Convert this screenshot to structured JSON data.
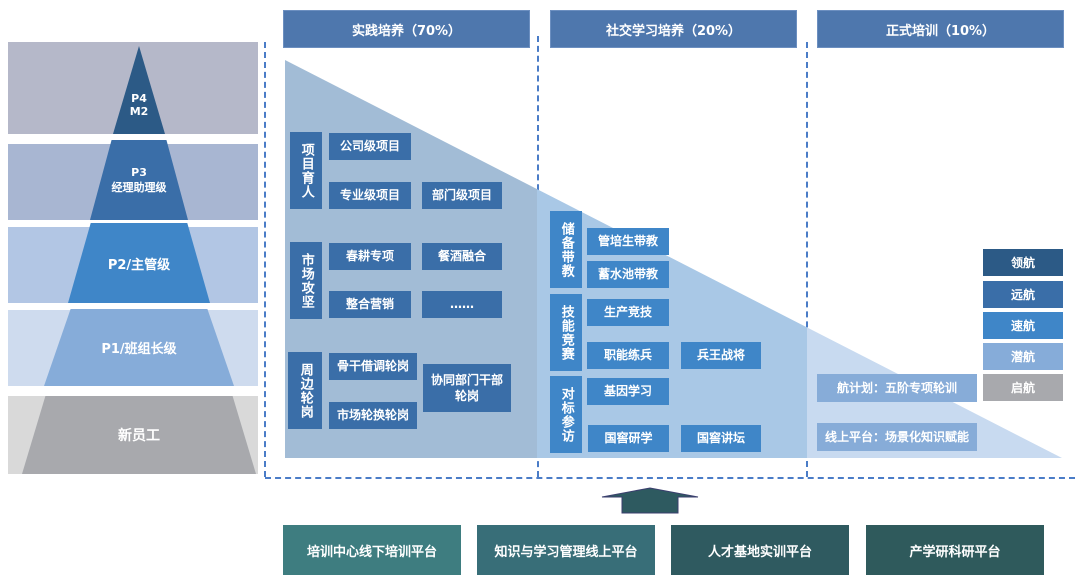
{
  "levels": [
    {
      "line1": "P4",
      "line2": "M2",
      "color": "#2c5a86",
      "band": "#b5b8c9"
    },
    {
      "line1": "P3",
      "line2": "经理助理级",
      "color": "#3a6ea8",
      "band": "#a8b6d2"
    },
    {
      "line1": "P2/主管级",
      "line2": "",
      "color": "#3f86c8",
      "band": "#b2c6e4"
    },
    {
      "line1": "P1/班组长级",
      "line2": "",
      "color": "#86acd9",
      "band": "#cedbee"
    },
    {
      "line1": "新员工",
      "line2": "",
      "color": "#a8a9ad",
      "band": "#d9d9d9"
    }
  ],
  "headers": {
    "practice": "实践培养（70%）",
    "social": "社交学习培养（20%）",
    "formal": "正式培训（10%）"
  },
  "practice": {
    "groups": [
      {
        "label": "项目育人",
        "items": [
          "公司级项目",
          "专业级项目",
          "部门级项目"
        ]
      },
      {
        "label": "市场攻坚",
        "items": [
          "春耕专项",
          "餐酒融合",
          "整合营销",
          "……"
        ]
      },
      {
        "label": "周边轮岗",
        "items": [
          "骨干借调轮岗",
          "市场轮换轮岗",
          "协同部门干部轮岗"
        ]
      }
    ]
  },
  "social": {
    "groups": [
      {
        "label": "储备带教",
        "items": [
          "管培生带教",
          "蓄水池带教"
        ]
      },
      {
        "label": "技能竞赛",
        "items": [
          "生产竞技",
          "职能练兵",
          "兵王战将"
        ]
      },
      {
        "label": "对标参访",
        "items": [
          "基因学习",
          "国窖研学",
          "国窖讲坛"
        ]
      }
    ]
  },
  "formal": {
    "items": [
      "航计划：五阶专项轮训",
      "线上平台：场景化知识赋能"
    ],
    "ranks": [
      {
        "label": "领航",
        "color": "#2c5a86"
      },
      {
        "label": "远航",
        "color": "#3a6ea8"
      },
      {
        "label": "速航",
        "color": "#3f86c8"
      },
      {
        "label": "潜航",
        "color": "#86acd9"
      },
      {
        "label": "启航",
        "color": "#a8a9ad"
      }
    ]
  },
  "platforms": [
    {
      "label": "培训中心线下培训平台",
      "color": "#3e7d80"
    },
    {
      "label": "知识与学习管理线上平台",
      "color": "#386e78"
    },
    {
      "label": "人才基地实训平台",
      "color": "#2f5a60"
    },
    {
      "label": "产学研科研平台",
      "color": "#2f5a5c"
    }
  ]
}
